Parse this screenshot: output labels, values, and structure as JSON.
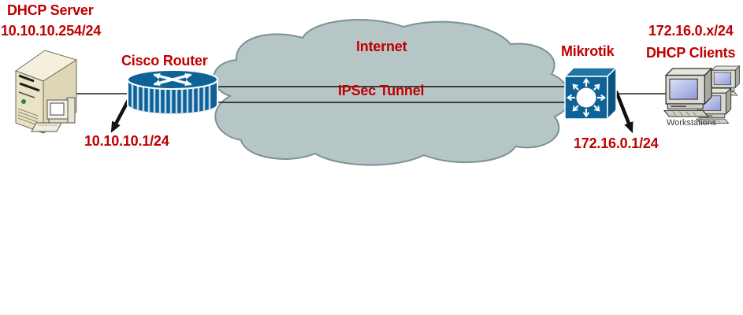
{
  "diagram": {
    "type": "network-topology",
    "nodes": {
      "server": {
        "label": "DHCP Server",
        "ip": "10.10.10.254/24"
      },
      "router": {
        "label": "Cisco Router",
        "lan_ip": "10.10.10.1/24"
      },
      "cloud": {
        "label": "Internet",
        "tunnel_label": "IPSec Tunnel"
      },
      "mikrotik": {
        "label": "Mikrotik",
        "lan_ip": "172.16.0.1/24"
      },
      "clients": {
        "subnet": "172.16.0.x/24",
        "label": "DHCP Clients",
        "caption": "Workstations"
      }
    },
    "colors": {
      "label_red": "#c00000",
      "device_blue": "#0d6396",
      "cloud_fill": "#b6c6c7",
      "cloud_border": "#7b9293",
      "server_beige": "#e9e2c4",
      "line_black": "#111111"
    }
  }
}
